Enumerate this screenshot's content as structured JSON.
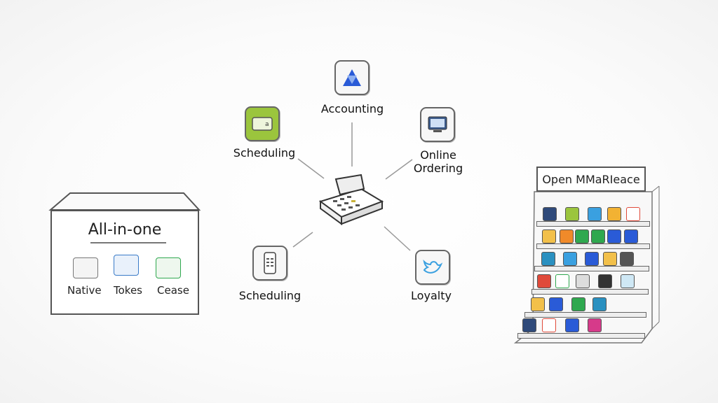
{
  "hub": {
    "name": "POS terminal"
  },
  "spokes": [
    {
      "id": "accounting",
      "label": "Accounting",
      "icon": "blue-triangle-icon",
      "color": "#2a5bd7"
    },
    {
      "id": "scheduling-top",
      "label": "Scheduling",
      "icon": "green-calendar-icon",
      "color": "#9bc53d"
    },
    {
      "id": "online-ordering",
      "label_line1": "Online",
      "label_line2": "Ordering",
      "icon": "monitor-icon",
      "color": "#3b5a8a"
    },
    {
      "id": "scheduling-bottom",
      "label": "Scheduling",
      "icon": "phone-icon",
      "color": "#666666"
    },
    {
      "id": "loyalty",
      "label": "Loyalty",
      "icon": "bird-icon",
      "color": "#3aa0e0"
    }
  ],
  "all_in_one": {
    "title": "All-in-one",
    "items": [
      {
        "label": "Native",
        "icon": "printer-icon"
      },
      {
        "label": "Tokes",
        "icon": "token-icon"
      },
      {
        "label": "Cease",
        "icon": "check-badge-icon"
      }
    ]
  },
  "marketplace": {
    "title": "Open MMaRIeace",
    "tile_rows": [
      [
        "#2f4a7a",
        "#9bc53d",
        "#3aa0e0",
        "#f2b233",
        "#e04a3a"
      ],
      [
        "#f2c04a",
        "#f08a2a",
        "#2fa84f",
        "#2fa84f",
        "#2a5bd7",
        "#2a5bd7"
      ],
      [
        "#2a90c0",
        "#3aa0e0",
        "#2a5bd7",
        "#f2c04a",
        "#555555"
      ],
      [
        "#e04a3a",
        "#2fa84f",
        "#555555",
        "#333333",
        "#3aa0e0"
      ],
      [
        "#f2c04a",
        "#2a5bd7",
        "#2fa84f",
        "#2a90c0"
      ],
      [
        "#2f4a7a",
        "#e04a3a",
        "#2a5bd7",
        "#d63a8a"
      ]
    ]
  }
}
